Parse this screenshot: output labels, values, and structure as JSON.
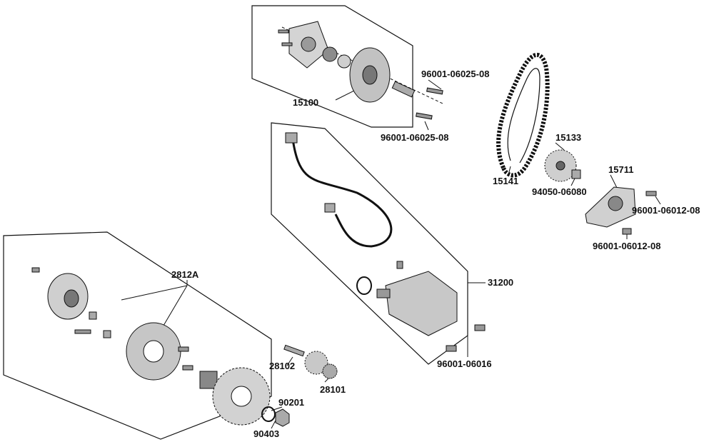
{
  "labels": {
    "p15100": "15100",
    "bolt_a": "96001-06025-08",
    "bolt_b": "96001-06025-08",
    "p15133": "15133",
    "p15141": "15141",
    "nut_94050": "94050-06080",
    "p15711": "15711",
    "bolt_c": "96001-06012-08",
    "bolt_d": "96001-06012-08",
    "p2812A": "2812A",
    "p31200": "31200",
    "bolt_e": "96001-06016",
    "p28102": "28102",
    "p28101": "28101",
    "p90201": "90201",
    "p90403": "90403"
  },
  "colors": {
    "line": "#111111",
    "part": "#cfcfcf",
    "part_dark": "#6f6f6f"
  }
}
